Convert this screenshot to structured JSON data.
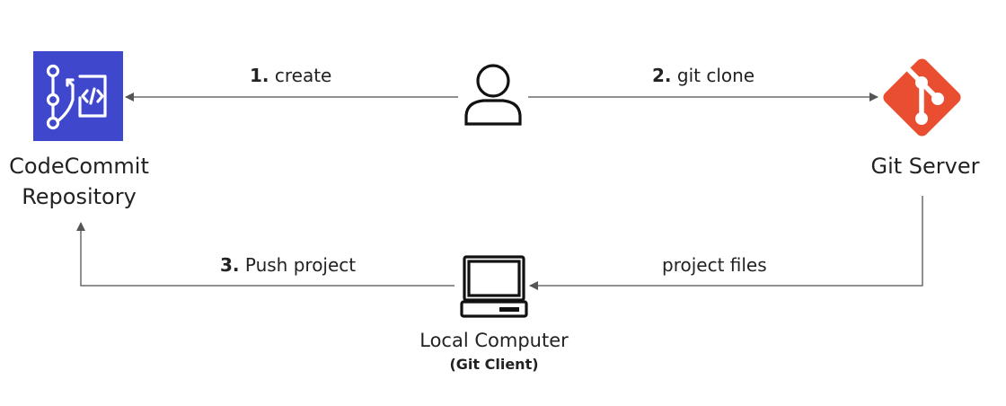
{
  "nodes": {
    "codecommit": {
      "icon": "codecommit-icon",
      "color": "#3F48CC",
      "line1": "CodeCommit",
      "line2": "Repository"
    },
    "user": {
      "icon": "user-icon"
    },
    "git_server": {
      "icon": "git-icon",
      "color": "#E94E31",
      "label": "Git Server"
    },
    "local_computer": {
      "icon": "computer-icon",
      "label": "Local Computer",
      "sublabel": "(Git Client)"
    }
  },
  "edges": {
    "create": {
      "num": "1.",
      "text": " create"
    },
    "git_clone": {
      "num": "2.",
      "text": " git clone"
    },
    "push_project": {
      "num": "3.",
      "text": " Push project"
    },
    "project_files": {
      "text": "project files"
    }
  },
  "colors": {
    "line": "#6b6b6b",
    "text": "#222222"
  }
}
